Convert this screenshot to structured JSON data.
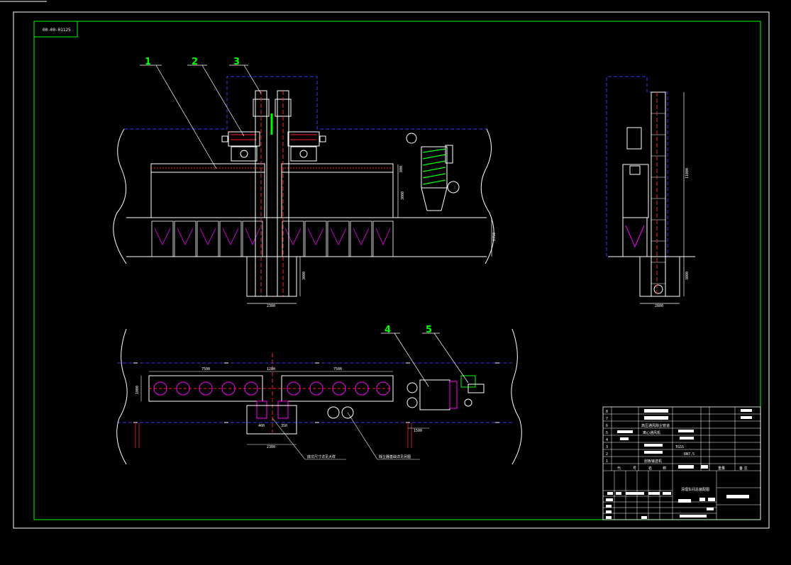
{
  "drawing_code": "00-00-01125",
  "callouts": [
    "1",
    "2",
    "3",
    "4",
    "5"
  ],
  "dimensions": {
    "elev_top_h": "800",
    "elev_hopper_h": "3000",
    "elev_ground_h": "2750",
    "elev_pit_h": "3000",
    "elev_pit_w": "2300",
    "side_total_h": "11000",
    "side_pit_h": "3000",
    "side_pit_w": "2800",
    "plan_left_w": "7500",
    "plan_mid_w": "1200",
    "plan_right_w": "7500",
    "plan_depth": "1000",
    "plan_small_a": "400",
    "plan_small_b": "350",
    "plan_dust_w": "1500",
    "plan_pit_w": "2300"
  },
  "notes": {
    "note_a": "底坑尺寸详见大样",
    "note_b": "除尘器基础详见另图"
  },
  "title_block": {
    "row_ids": [
      "8",
      "7",
      "6",
      "5",
      "4",
      "3",
      "2",
      "1"
    ],
    "row6_name": "高压通风除尘管道",
    "row5_name": "离心通风机",
    "row3_code": "TGSS",
    "row2_code": "DN7.5",
    "row1_name": "刮板输送机",
    "header_no": "代",
    "header_code": "号",
    "header_name": "名",
    "header_qty": "称",
    "header_mat": "重量",
    "header_remark": "备 注",
    "project_title": "清理车间总装配图"
  },
  "colors": {
    "frame": "#00ff00",
    "structure": "#ffffff",
    "center_line": "#ff2020",
    "grid_line": "#3333ff",
    "equipment": "#ff00ff",
    "label": "#00ff00"
  }
}
